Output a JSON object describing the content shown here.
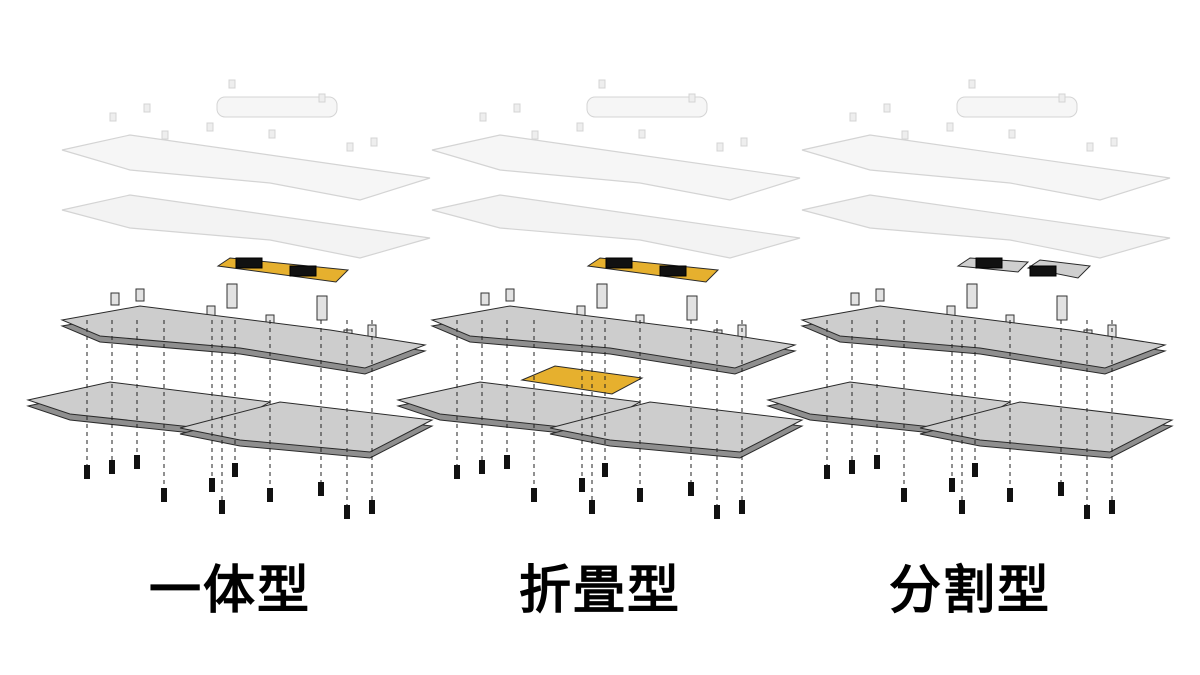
{
  "variants": [
    {
      "id": "unibody",
      "label": "一体型",
      "bridge": "solid",
      "bottom_joint": "none",
      "pcb_color": "#e6b02e"
    },
    {
      "id": "folding",
      "label": "折畳型",
      "bridge": "solid",
      "bottom_joint": "hinge_plate",
      "pcb_color": "#e6b02e"
    },
    {
      "id": "split",
      "label": "分割型",
      "bridge": "split",
      "bottom_joint": "none",
      "pcb_color": "#cfcfcf"
    }
  ],
  "layers": [
    "cover-top",
    "switch-plate",
    "keyboard-pcb",
    "bridge-pcb",
    "standoffs",
    "middle-plate",
    "bottom-plate",
    "screws"
  ],
  "colors": {
    "ghost_fill": "#f6f6f6",
    "ghost_stroke": "#d4d4d4",
    "plate_fill": "#cdcdcd",
    "plate_edge": "#8f8f8f",
    "plate_stroke": "#2a2a2a",
    "gold": "#e6b02e",
    "screw": "#111111"
  }
}
